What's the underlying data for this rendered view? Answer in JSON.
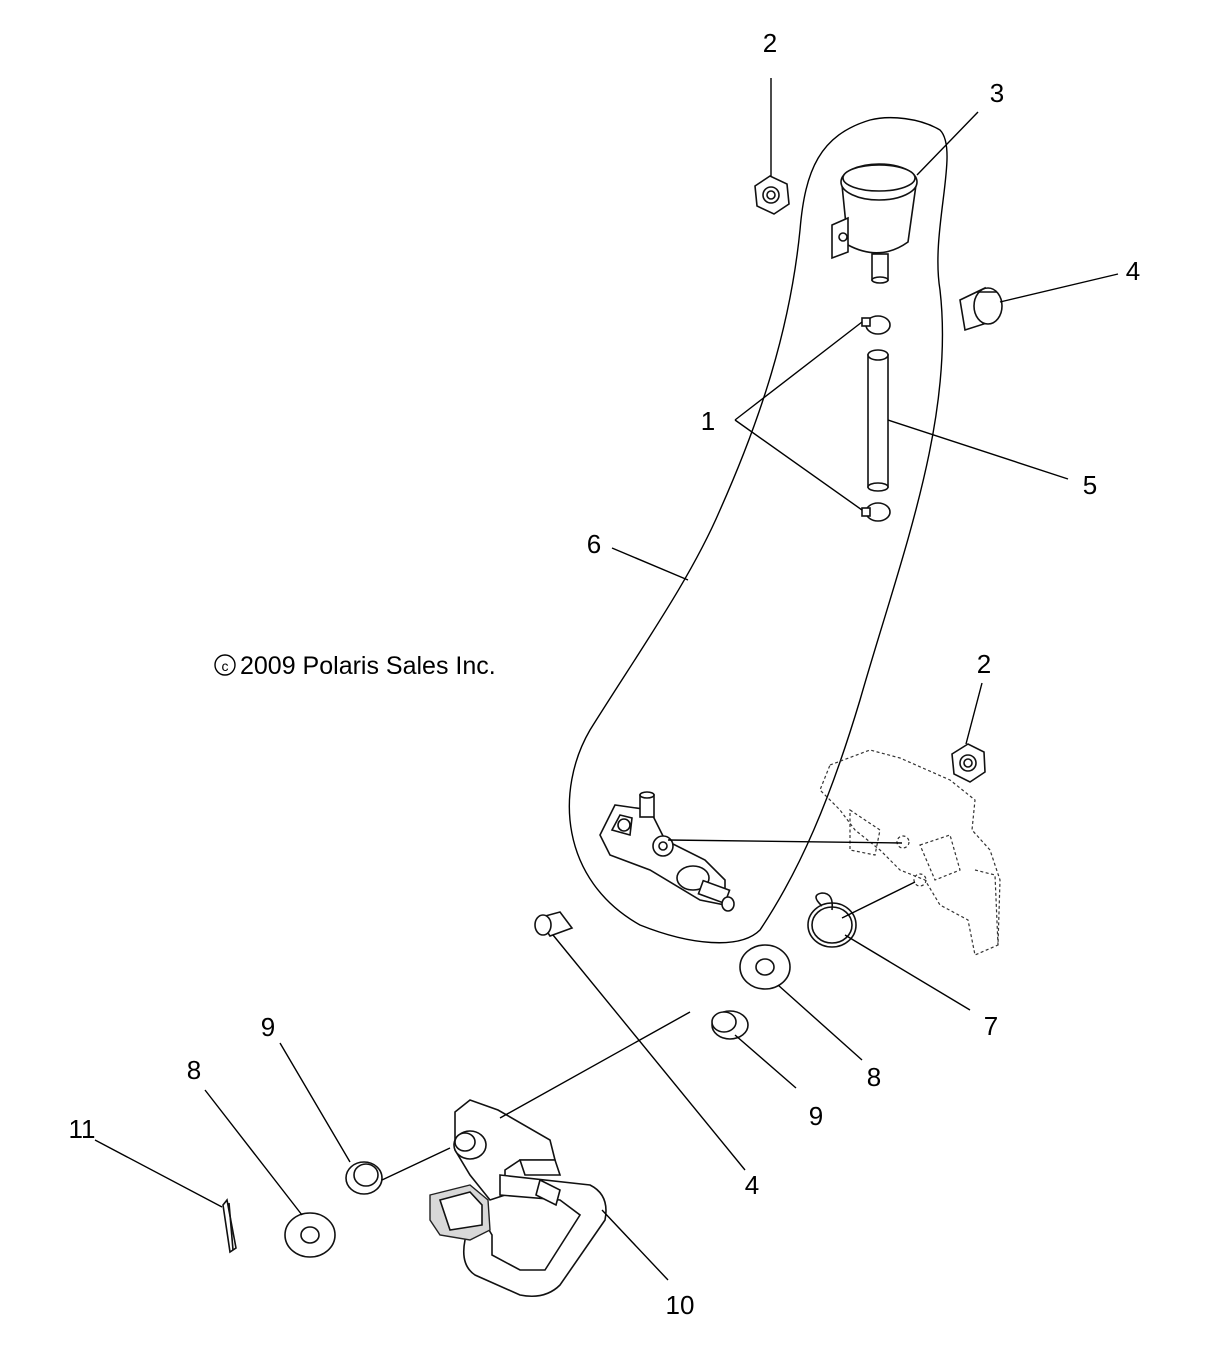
{
  "copyright": "2009 Polaris Sales Inc.",
  "copyright_symbol": "©",
  "callouts": [
    {
      "id": "c-2-top",
      "text": "2"
    },
    {
      "id": "c-3",
      "text": "3"
    },
    {
      "id": "c-4-top",
      "text": "4"
    },
    {
      "id": "c-1",
      "text": "1"
    },
    {
      "id": "c-5",
      "text": "5"
    },
    {
      "id": "c-6",
      "text": "6"
    },
    {
      "id": "c-2-right",
      "text": "2"
    },
    {
      "id": "c-7",
      "text": "7"
    },
    {
      "id": "c-8-right",
      "text": "8"
    },
    {
      "id": "c-9-right",
      "text": "9"
    },
    {
      "id": "c-4-bottom",
      "text": "4"
    },
    {
      "id": "c-9-left",
      "text": "9"
    },
    {
      "id": "c-8-left",
      "text": "8"
    },
    {
      "id": "c-11",
      "text": "11"
    },
    {
      "id": "c-10",
      "text": "10"
    }
  ]
}
